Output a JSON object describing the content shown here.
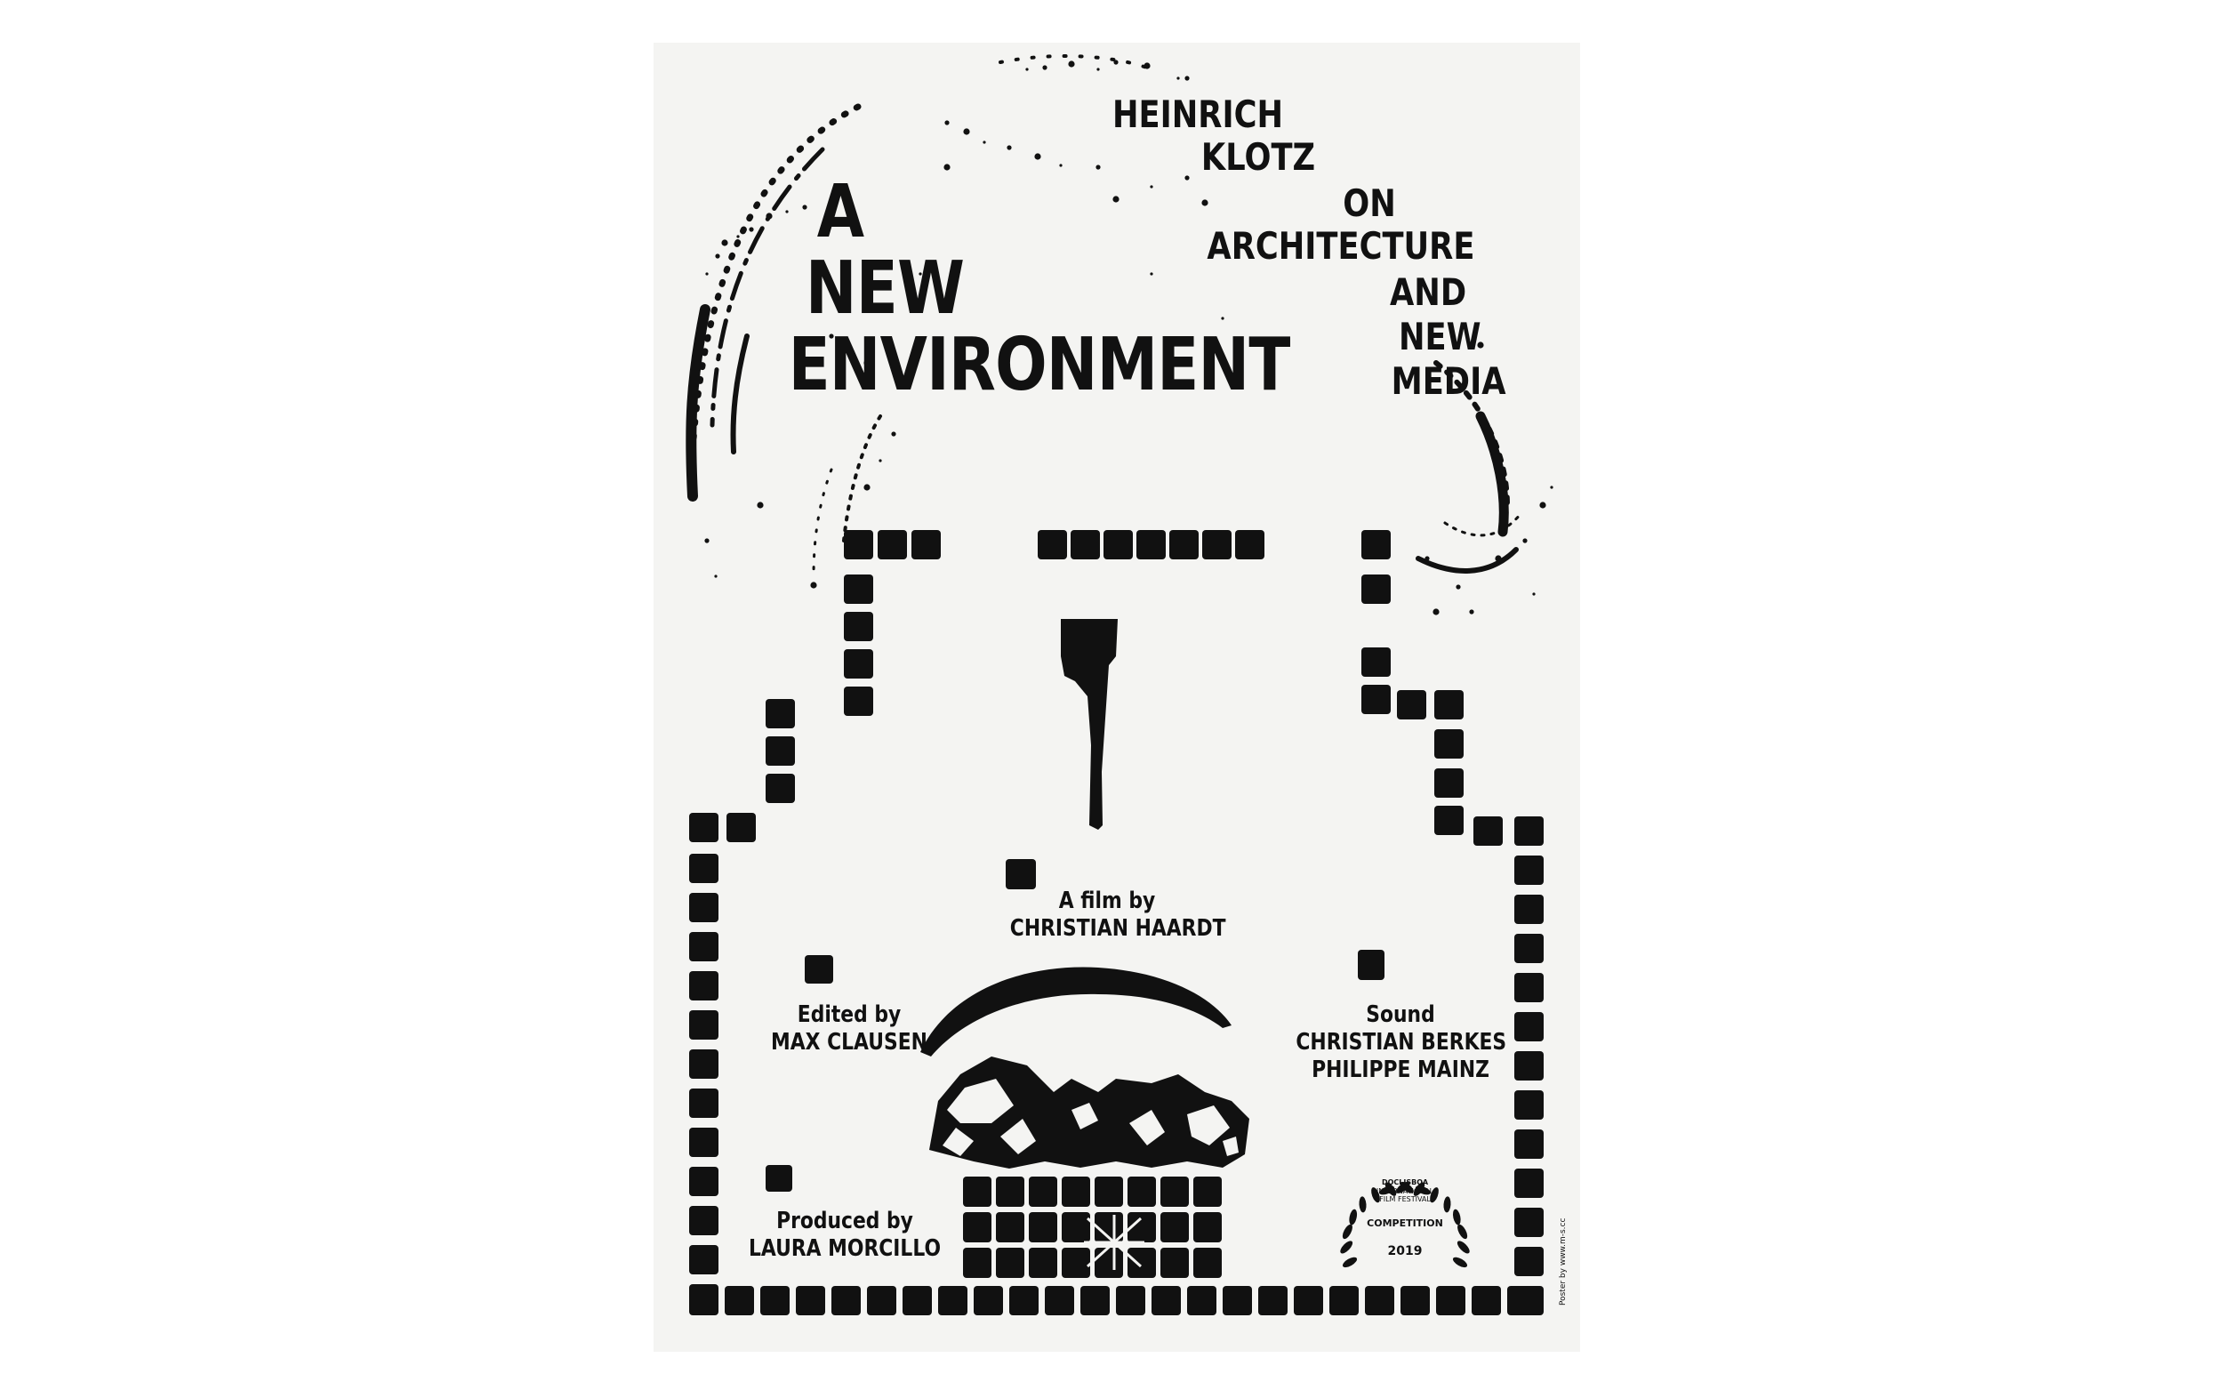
{
  "poster": {
    "title_lines": [
      "A",
      "NEW",
      "ENVIRONMENT"
    ],
    "subject_lines": [
      "HEINRICH",
      "KLOTZ",
      "ON",
      "ARCHITECTURE",
      "AND",
      "NEW",
      "MEDIA"
    ],
    "director": {
      "role": "A film by",
      "name": "CHRISTIAN HAARDT"
    },
    "editor": {
      "role": "Edited by",
      "name": "MAX CLAUSEN"
    },
    "sound": {
      "role": "Sound",
      "names": [
        "CHRISTIAN BERKES",
        "PHILIPPE MAINZ"
      ]
    },
    "producer": {
      "role": "Produced by",
      "name": "LAURA MORCILLO"
    },
    "festival": {
      "name": "DOCLISBOA",
      "subtitle_lines": [
        "INTERNATIONAL",
        "FILM FESTIVAL"
      ],
      "category": "COMPETITION",
      "year": "2019"
    },
    "designer_credit": "Poster by www.m-s.cc",
    "colors": {
      "ink": "#111111",
      "paper": "#f4f4f2",
      "background": "#ffffff"
    }
  }
}
